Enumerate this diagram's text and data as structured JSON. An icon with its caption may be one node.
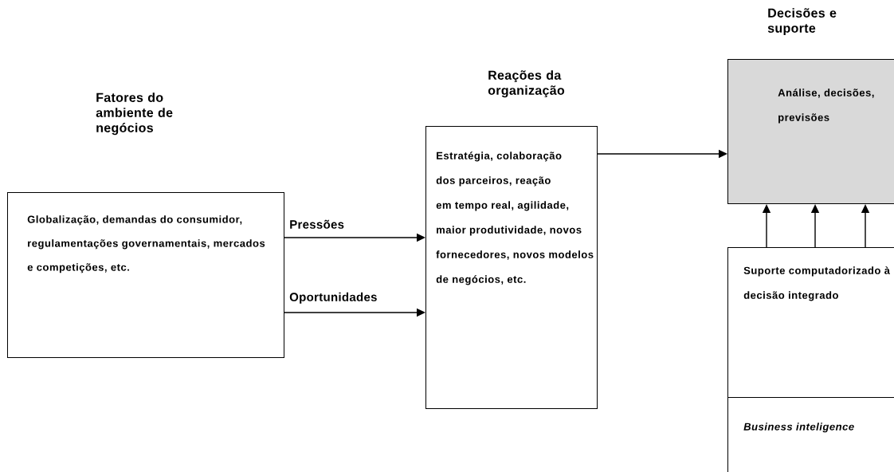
{
  "diagram": {
    "nodes": [
      {
        "text": [
          "Fatores do ambiente de negócios",
          "Globalização, demandas do consumidor, regulamentações governamentais, mercados e competições, etc."
        ]
      },
      {
        "text": [
          "Reações da organização",
          "Estratégia, colaboração dos parceiros, reação em tempo real, agilidade, maior produtividade, novos fornecedores, novos modelos de negócios, etc."
        ]
      },
      {
        "text": [
          "Decisões e suporte",
          "Análise, decisões, previsões"
        ]
      },
      {
        "text": [
          "Suporte computadorizado à decisão integrado"
        ]
      },
      {
        "text": [
          "Business inteligence"
        ]
      }
    ],
    "edges": [
      {
        "from": 0,
        "to": 1,
        "arrow": "to",
        "label": "Pressões"
      },
      {
        "from": 0,
        "to": 1,
        "arrow": "to",
        "label": "Oportunidades"
      },
      {
        "from": 1,
        "to": 2,
        "arrow": "to"
      },
      {
        "from": 3,
        "to": 2,
        "arrow": "to"
      },
      {
        "from": 3,
        "to": 2,
        "arrow": "to"
      },
      {
        "from": 3,
        "to": 2,
        "arrow": "to"
      }
    ]
  }
}
